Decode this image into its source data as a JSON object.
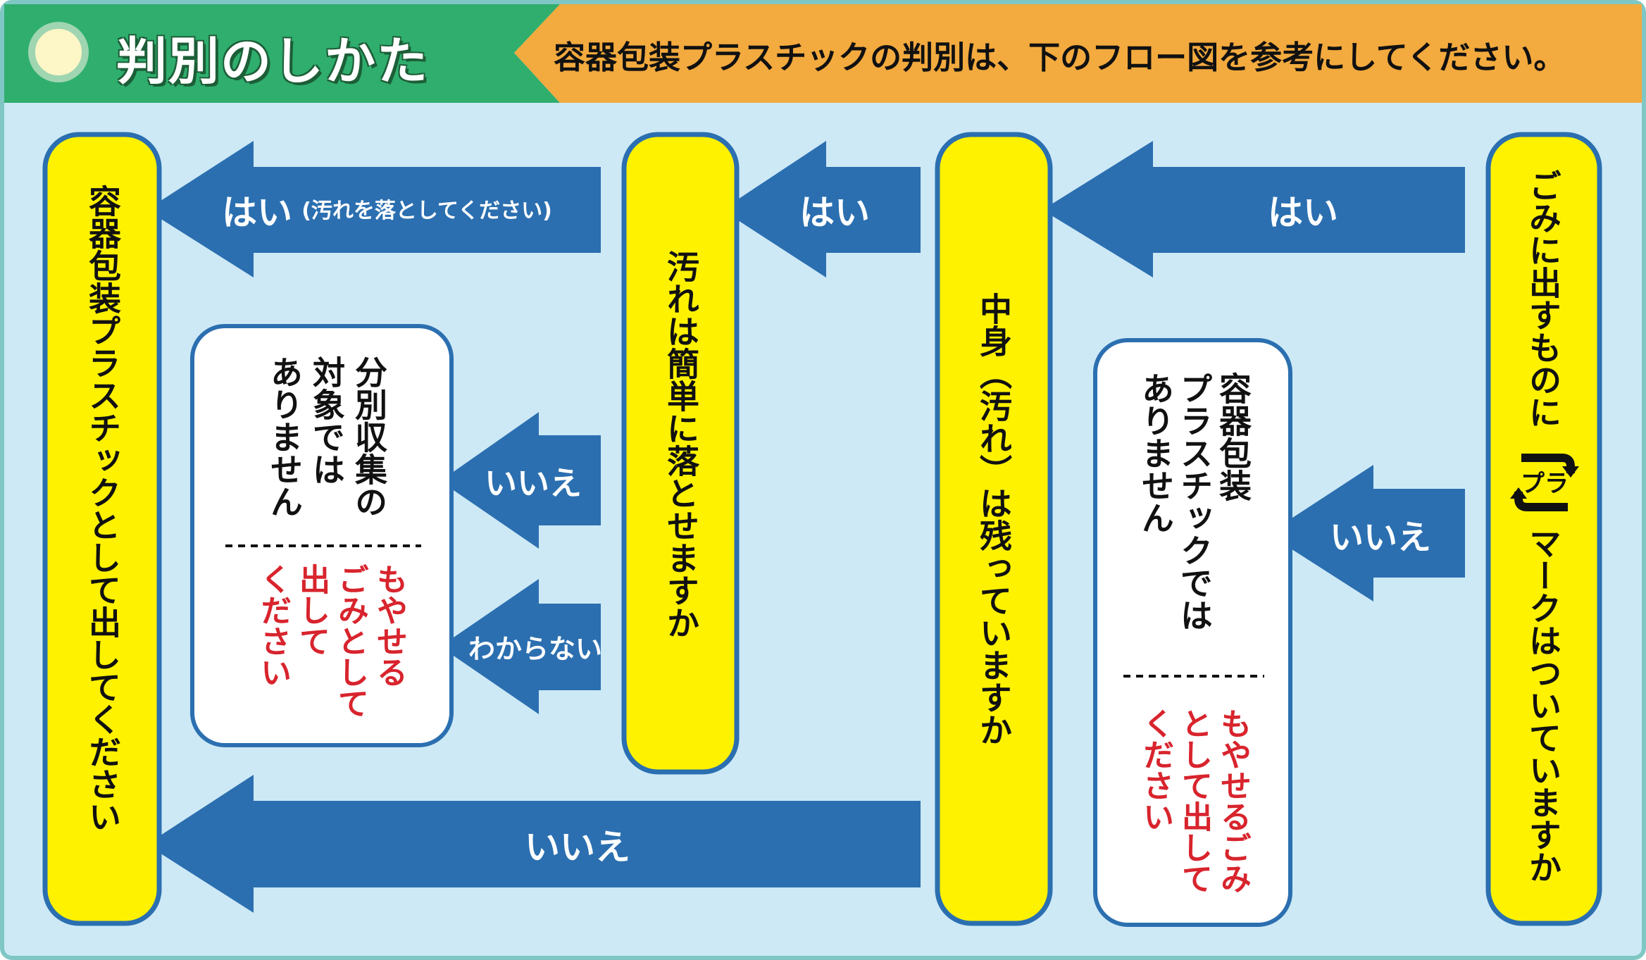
{
  "header": {
    "title": "判別のしかた",
    "subtitle": "容器包装プラスチックの判別は、下のフロー図を参考にしてください。"
  },
  "q1": {
    "line1": "ごみに出すものに",
    "line2": "マークはついていますか"
  },
  "pla_mark": "プラ",
  "q2": {
    "text": "中身（汚れ）は残っていますか"
  },
  "q3": {
    "text": "汚れは簡単に落とせますか"
  },
  "result_container": {
    "text": "容器包装プラスチックとして出してください"
  },
  "result_not_container": {
    "lines": [
      "容器包装",
      "プラスチックでは",
      "ありません"
    ],
    "note_lines": [
      "もやせるごみ",
      "として出して",
      "ください"
    ]
  },
  "result_not_separate": {
    "lines": [
      "分別収集の",
      "対象では",
      "ありません"
    ],
    "note_lines": [
      "もやせる",
      "ごみとして",
      "出して",
      "ください"
    ]
  },
  "arrows": {
    "q1_yes": "はい",
    "q1_no": "いいえ",
    "q2_yes": "はい",
    "q2_no": "いいえ",
    "q3_yes": "はい",
    "q3_yes_note": "(汚れを落としてください)",
    "q3_no": "いいえ",
    "q3_unknown": "わからない"
  },
  "colors": {
    "panel_bg": "#cde9f6",
    "frame": "#7fc7c4",
    "header_green": "#2fae6e",
    "header_orange": "#f3aa3e",
    "question_yellow": "#fff200",
    "box_border": "#2b6fb0",
    "arrow_blue": "#2b6fb0",
    "note_red": "#d8242d"
  }
}
